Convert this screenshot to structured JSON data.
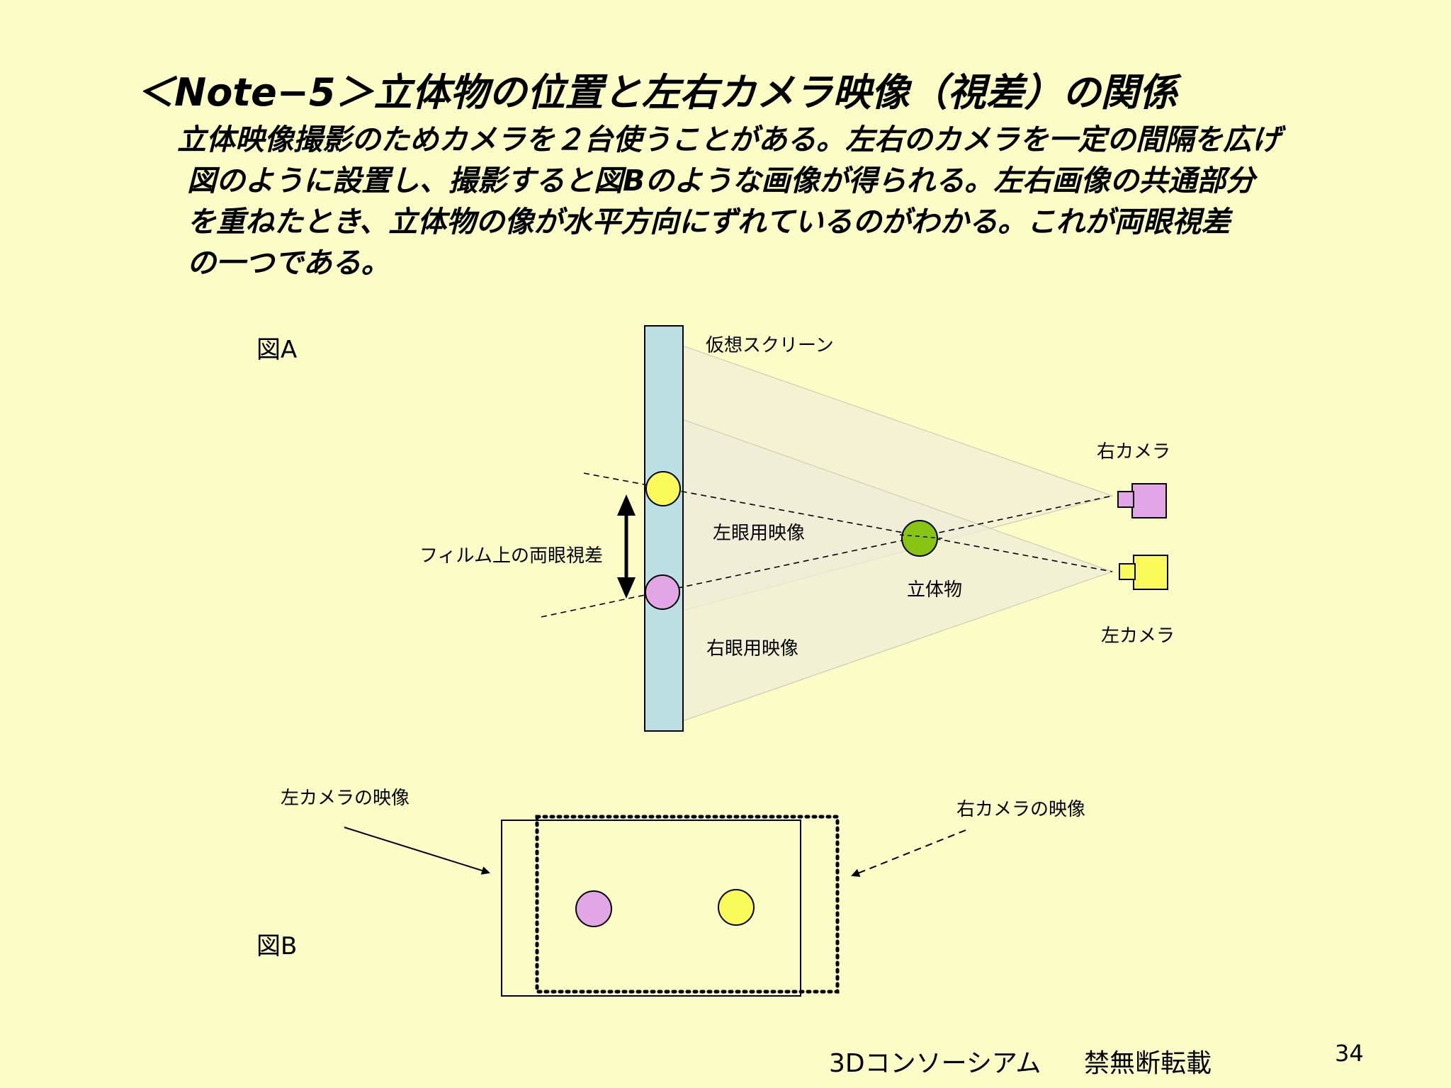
{
  "title": "＜Note−5＞立体物の位置と左右カメラ映像（視差）の関係",
  "intro_lines": [
    "立体映像撮影のためカメラを２台使うことがある。左右のカメラを一定の間隔を広げ",
    "図のように設置し、撮影すると図Bのような画像が得られる。左右画像の共通部分",
    "を重ねたとき、立体物の像が水平方向にずれているのがわかる。これが両眼視差",
    "の一つである。"
  ],
  "figure_a": {
    "label": "図A",
    "screen_label": "仮想スクリーン",
    "right_camera_label": "右カメラ",
    "left_camera_label": "左カメラ",
    "left_eye_image_label": "左眼用映像",
    "right_eye_image_label": "右眼用映像",
    "object_label": "立体物",
    "parallax_label": "フィルム上の両眼視差"
  },
  "figure_b": {
    "label": "図B",
    "left_camera_image_label": "左カメラの映像",
    "right_camera_image_label": "右カメラの映像"
  },
  "footer": {
    "organization": "3Dコンソーシアム",
    "notice": "禁無断転載",
    "page_number": "34"
  },
  "colors": {
    "background": "#fcfcc6",
    "screen": "#bcdfe3",
    "yellow": "#fafa5a",
    "pink": "#e2a6e6",
    "green": "#88c414",
    "frustum": "#f1efd6"
  }
}
